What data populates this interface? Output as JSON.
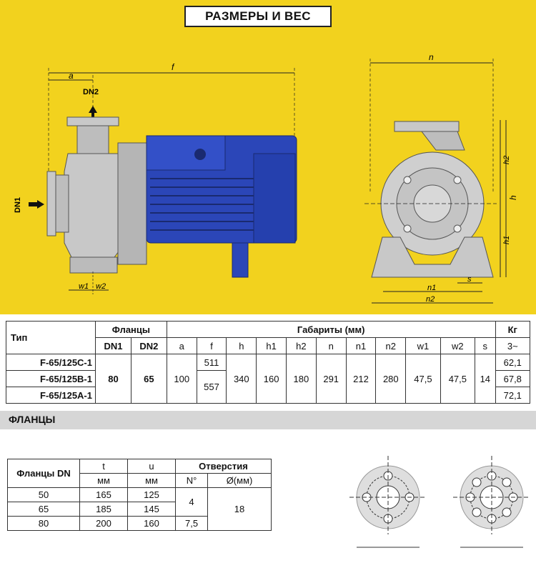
{
  "title": "РАЗМЕРЫ И ВЕС",
  "dimension_labels": {
    "a": "a",
    "f": "f",
    "dn2": "DN2",
    "dn1": "DN1",
    "w1": "w1",
    "w2": "w2",
    "n": "n",
    "h": "h",
    "h1": "h1",
    "h2": "h2",
    "n1": "n1",
    "n2": "n2",
    "s": "s"
  },
  "spec_table": {
    "col_type": "Тип",
    "col_flanges": "Фланцы",
    "col_dims": "Габариты (мм)",
    "col_kg": "Кг",
    "col_kg_sub": "3~",
    "sub_headers": [
      "DN1",
      "DN2",
      "a",
      "f",
      "h",
      "h1",
      "h2",
      "n",
      "n1",
      "n2",
      "w1",
      "w2",
      "s"
    ],
    "types": [
      "F-65/125C-1",
      "F-65/125B-1",
      "F-65/125A-1"
    ],
    "dn1": "80",
    "dn2": "65",
    "a": "100",
    "f_values": [
      "511",
      "557"
    ],
    "h": "340",
    "h1": "160",
    "h2": "180",
    "n": "291",
    "n1": "212",
    "n2": "280",
    "w1": "47,5",
    "w2": "47,5",
    "s": "14",
    "kg": [
      "62,1",
      "67,8",
      "72,1"
    ]
  },
  "flanges_section": {
    "heading": "ФЛАНЦЫ",
    "col_dn": "Фланцы DN",
    "col_t": "t",
    "col_u": "u",
    "unit_mm": "мм",
    "col_holes": "Отверстия",
    "col_n": "N°",
    "col_d": "Ø(мм)",
    "rows": [
      {
        "dn": "50",
        "t": "165",
        "u": "125"
      },
      {
        "dn": "65",
        "t": "185",
        "u": "145"
      },
      {
        "dn": "80",
        "t": "200",
        "u": "160"
      }
    ],
    "n_values": [
      "4",
      "7,5"
    ],
    "d_value": "18"
  },
  "colors": {
    "background_yellow": "#f2d21e",
    "motor_blue": "#2b46b8",
    "pump_grey": "#c8c8c8"
  }
}
